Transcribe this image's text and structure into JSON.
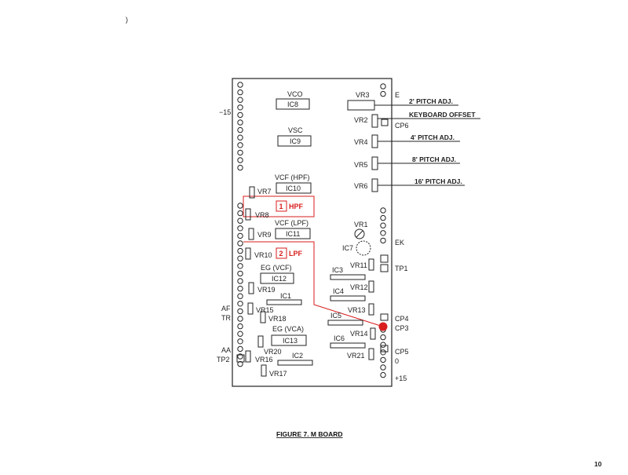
{
  "caption": "FIGURE 7. M BOARD",
  "page_number": "10",
  "colors": {
    "accent": "#d81e1e",
    "ink": "#1f1f1f",
    "paper": "#ffffff"
  },
  "chips": {
    "ic8": "IC8",
    "ic9": "IC9",
    "ic10": "IC10",
    "ic11": "IC11",
    "ic12": "IC12",
    "ic13": "IC13",
    "ic1": "IC1",
    "ic2": "IC2",
    "ic3": "IC3",
    "ic4": "IC4",
    "ic5": "IC5",
    "ic6": "IC6",
    "ic7": "IC7"
  },
  "sections": {
    "vco": "VCO",
    "vsc": "VSC",
    "vcf_hpf": "VCF (HPF)",
    "vcf_lpf": "VCF (LPF)",
    "eg_vcf": "EG (VCF)",
    "eg_vca": "EG (VCA)"
  },
  "trimmers": {
    "vr1": "VR1",
    "vr2": "VR2",
    "vr3": "VR3",
    "vr4": "VR4",
    "vr5": "VR5",
    "vr6": "VR6",
    "vr7": "VR7",
    "vr8": "VR8",
    "vr9": "VR9",
    "vr10": "VR10",
    "vr11": "VR11",
    "vr12": "VR12",
    "vr13": "VR13",
    "vr14": "VR14",
    "vr15": "VR15",
    "vr16": "VR16",
    "vr17": "VR17",
    "vr18": "VR18",
    "vr19": "VR19",
    "vr20": "VR20",
    "vr21": "VR21"
  },
  "callouts": {
    "pitch2": "2' PITCH ADJ.",
    "kb_offset": "KEYBOARD OFFSET",
    "pitch4": "4' PITCH ADJ.",
    "pitch8": "8' PITCH ADJ.",
    "pitch16": "16' PITCH ADJ."
  },
  "highlights": {
    "hpf_num": "1",
    "hpf_label": "HPF",
    "lpf_num": "2",
    "lpf_label": "LPF"
  },
  "connectors": {
    "minus15": "−15",
    "e": "E",
    "cp6": "CP6",
    "ek": "EK",
    "tp1": "TP1",
    "cp4": "CP4",
    "cp3": "CP3",
    "cp5": "CP5",
    "zero": "0",
    "plus15": "+15",
    "af": "AF",
    "tr": "TR",
    "aa": "AA",
    "tp2": "TP2"
  }
}
